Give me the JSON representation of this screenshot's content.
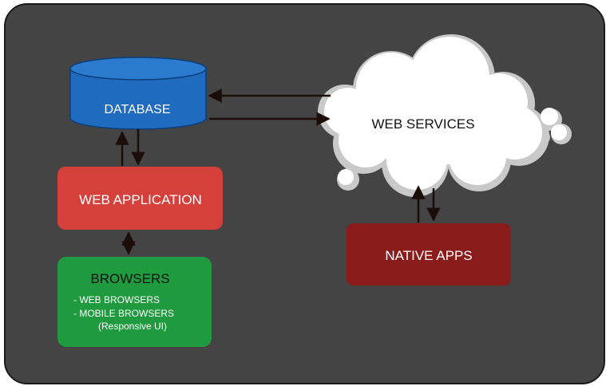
{
  "diagram": {
    "colors": {
      "frame_bg": "#444444",
      "frame_border": "#1a1a1a",
      "database_fill": "#1f6bc0",
      "database_top": "#2a7bd0",
      "database_stroke": "#0c3f7a",
      "web_application_fill": "#d6403c",
      "browsers_fill": "#1f9a3e",
      "native_apps_fill": "#8c1b1b",
      "cloud_fill": "#ffffff",
      "cloud_shadow": "#c9c9c9",
      "arrow": "#1a0d0a",
      "text_light": "#ffffff",
      "text_dark": "#111111"
    },
    "nodes": {
      "database": {
        "label": "DATABASE"
      },
      "web_services": {
        "label": "WEB SERVICES"
      },
      "web_application": {
        "label": "WEB APPLICATION"
      },
      "browsers": {
        "title": "BROWSERS",
        "items": [
          "- WEB BROWSERS",
          "- MOBILE BROWSERS",
          "(Responsive UI)"
        ]
      },
      "native_apps": {
        "label": "NATIVE APPS"
      }
    },
    "edges": [
      {
        "from": "web_services",
        "to": "database"
      },
      {
        "from": "database",
        "to": "web_services"
      },
      {
        "from": "web_application",
        "to": "database"
      },
      {
        "from": "database",
        "to": "web_application"
      },
      {
        "from": "web_application",
        "to": "browsers",
        "bidirectional": true
      },
      {
        "from": "native_apps",
        "to": "web_services"
      },
      {
        "from": "web_services",
        "to": "native_apps"
      }
    ]
  }
}
